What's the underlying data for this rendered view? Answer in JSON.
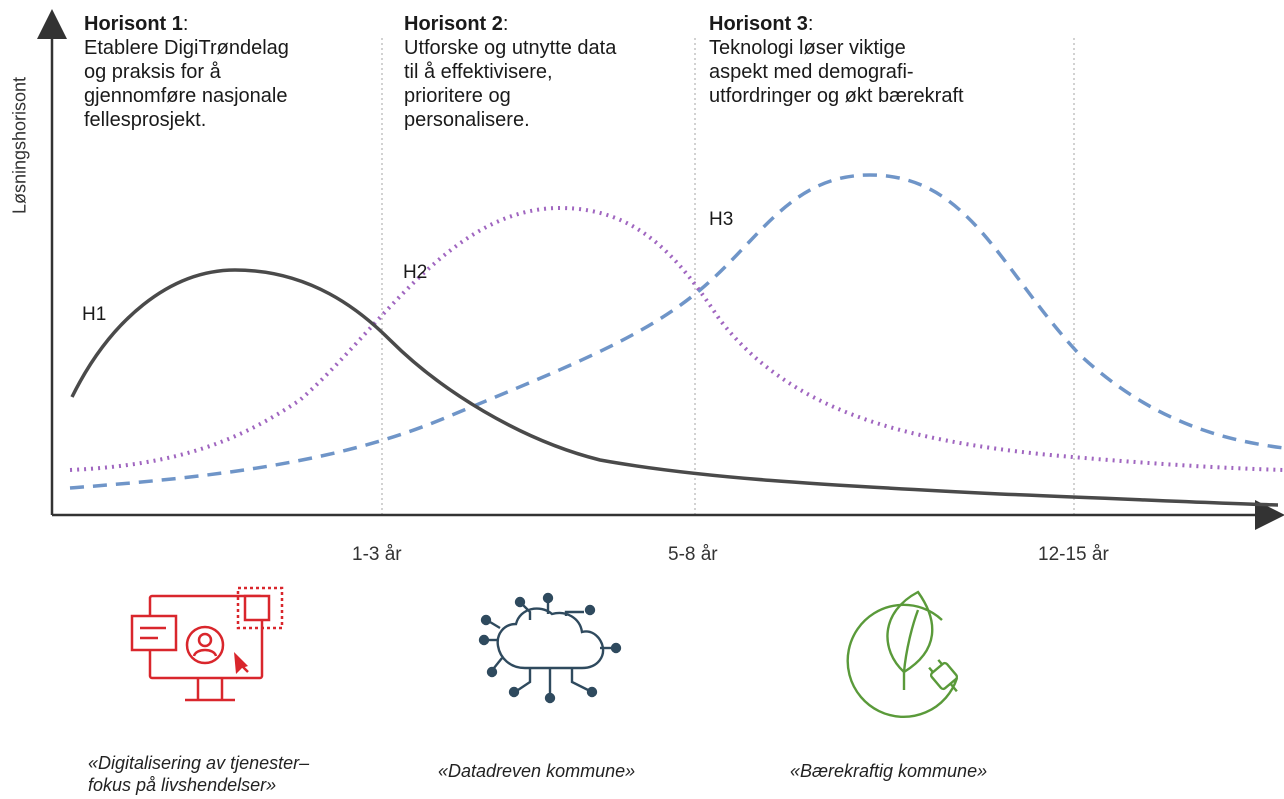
{
  "y_axis_label": "Løsningshorisont",
  "horizons": [
    {
      "title": "Horisont 1",
      "colon": ":",
      "description": "Etablere DigiTrøndelag\nog praksis for å\ngjennomføre nasjonale\nfellesprosjekt."
    },
    {
      "title": "Horisont 2",
      "colon": ":",
      "description": "Utforske og utnytte data\ntil å effektivisere,\nprioritere og\npersonalisere."
    },
    {
      "title": "Horisont 3",
      "colon": ":",
      "description": "Teknologi løser viktige\naspekt med demografi-\nutfordringer og økt bærekraft"
    }
  ],
  "ticks": [
    "1-3 år",
    "5-8 år",
    "12-15 år"
  ],
  "curve_labels": {
    "h1": "H1",
    "h2": "H2",
    "h3": "H3"
  },
  "captions": {
    "digital": "«Digitalisering av tjenester–\nfokus på livshendelser»",
    "data": "«Datadreven kommune»",
    "green": "«Bærekraftig kommune»"
  },
  "icons": [
    "digital-services-monitor-icon",
    "data-cloud-network-icon",
    "leaf-plug-sustainability-icon"
  ],
  "colors": {
    "h1_curve": "#4a4a4a",
    "h2_curve": "#a066c0",
    "h3_curve": "#6f95c8",
    "digital_icon": "#d9262c",
    "data_icon": "#2f4a5e",
    "green_icon": "#5a9a3a",
    "axis": "#333333",
    "guide": "#b5b5b5"
  }
}
